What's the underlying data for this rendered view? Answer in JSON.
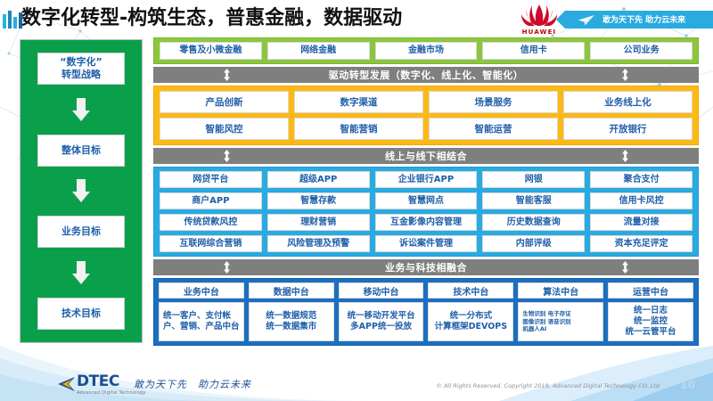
{
  "header": {
    "title": "数字化转型-构筑生态，普惠金融，数据驱动",
    "brand": "HUAWEI",
    "ribbon_text": "敢为天下先 助力云未来"
  },
  "sidebar": {
    "items": [
      {
        "label": "“数字化”\n转型战略"
      },
      {
        "label": "整体目标"
      },
      {
        "label": "业务目标"
      },
      {
        "label": "技术目标"
      }
    ]
  },
  "business_lines": {
    "items": [
      "零售及小微金融",
      "网络金融",
      "金融市场",
      "信用卡",
      "公司业务"
    ]
  },
  "connectors": {
    "drive": "驱动转型发展（数字化、线上化、智能化）",
    "online_offline": "线上与线下相结合",
    "biz_tech": "业务与科技相融合"
  },
  "capability_layer": {
    "row1": [
      "产品创新",
      "数字渠道",
      "场景服务",
      "业务线上化"
    ],
    "row2": [
      "智能风控",
      "智能营销",
      "智能运营",
      "开放银行"
    ]
  },
  "application_layer": {
    "row1": [
      "网贷平台",
      "超级APP",
      "企业银行APP",
      "网银",
      "聚合支付"
    ],
    "row2": [
      "商户APP",
      "智慧存款",
      "智慧网点",
      "智能客服",
      "信用卡风控"
    ],
    "row3": [
      "传统贷款风控",
      "理财营销",
      "互金影像内容管理",
      "历史数据查询",
      "流量对接"
    ],
    "row4": [
      "互联网综合营销",
      "风险管理及预警",
      "诉讼案件管理",
      "内部评级",
      "资本充足评定"
    ]
  },
  "platform_layer": {
    "columns": [
      {
        "head": "业务中台",
        "body": "统一客户、支付帐户、营销、产品中台",
        "style": "left"
      },
      {
        "head": "数据中台",
        "body": "统一数据规范\n统一数据集市",
        "style": "center"
      },
      {
        "head": "移动中台",
        "body": "统一移动开发平台\n多APP统一投放",
        "style": "center"
      },
      {
        "head": "技术中台",
        "body": "统一分布式\n计算框架DEVOPS",
        "style": "center"
      },
      {
        "head": "算法中台",
        "body": "生物识别 电子存证\n图像识别 语音识别\n机器人AI",
        "style": "tiny"
      },
      {
        "head": "运营中台",
        "body": "统一日志\n统一监控\n统一云管平台",
        "style": "center"
      }
    ]
  },
  "footer": {
    "logo_word": "DTEC",
    "logo_sub": "Advanced Digital Technology",
    "slogan": "敢为天下先　助力云未来",
    "copyright": "© All Rights Reserved. Copyright 2019, Advanced Digital Technology CO.,Ltd",
    "page_number": "10"
  },
  "colors": {
    "green_band": "#8cc63e",
    "orange_band": "#fdb913",
    "blue_band": "#29abe2",
    "navy_band": "#1b6fc1",
    "sidebar_green": "#0aa04b",
    "gray_bar": "#7f7f7f",
    "text_blue": "#1f5fa9",
    "huawei_red": "#cf0a2c"
  }
}
